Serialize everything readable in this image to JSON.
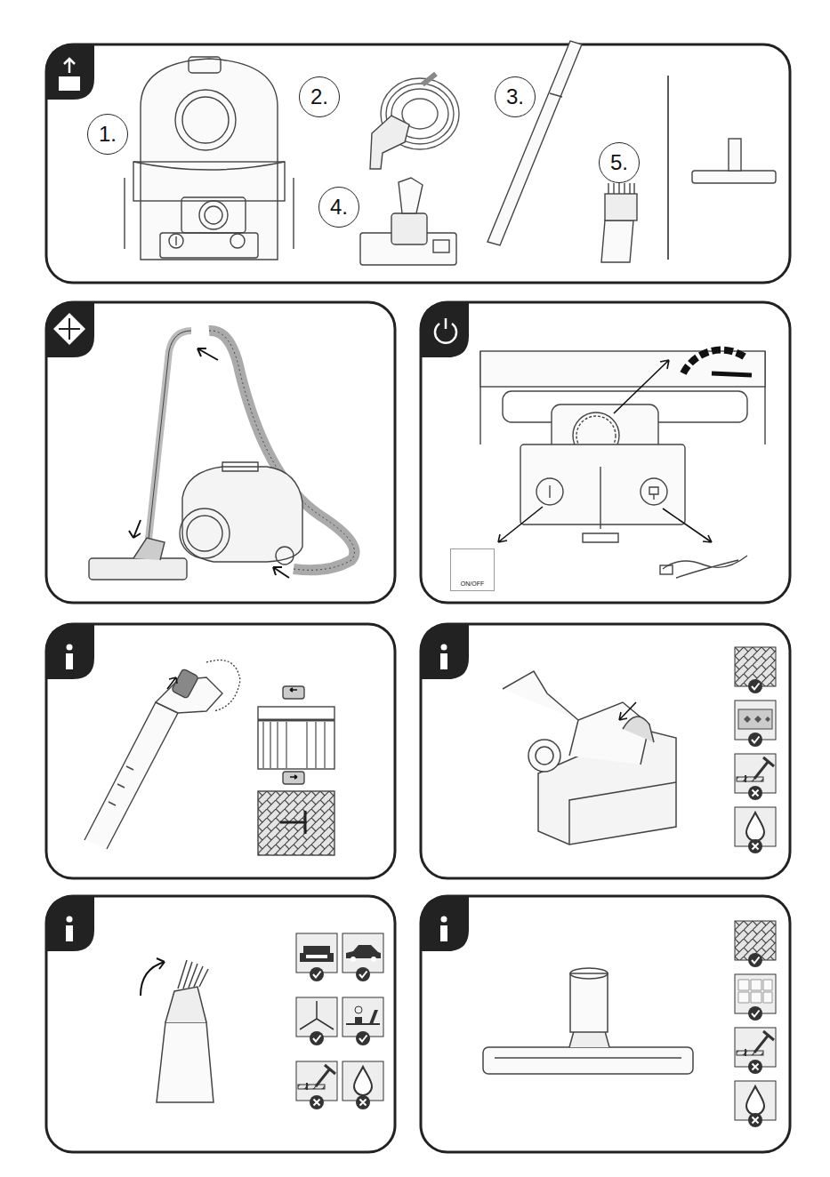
{
  "diagram": {
    "nodes": [
      {
        "text": [
          "1."
        ]
      },
      {
        "text": [
          "2."
        ]
      },
      {
        "text": [
          "3."
        ]
      },
      {
        "text": [
          "4."
        ]
      },
      {
        "text": [
          "5."
        ]
      },
      {
        "text": [
          "ON/OFF"
        ]
      }
    ]
  }
}
